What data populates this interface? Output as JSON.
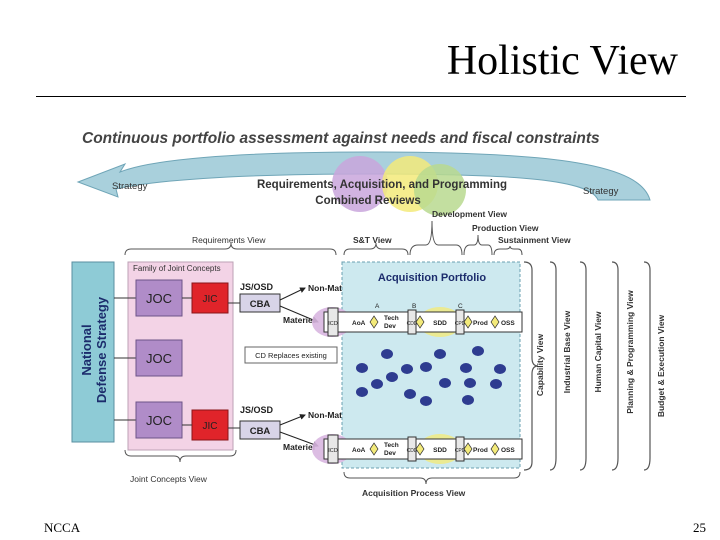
{
  "slide": {
    "title": "Holistic View",
    "footer_left": "NCCA",
    "page_number": "25"
  },
  "diagram": {
    "banner": "Continuous portfolio assessment against needs and fiscal constraints",
    "strategy_left": "Strategy",
    "strategy_right": "Strategy",
    "reviews_line1": "Requirements, Acquisition, and Programming",
    "reviews_line2": "Combined Reviews",
    "views": {
      "development": "Development View",
      "production": "Production View",
      "sustainment": "Sustainment View",
      "requirements": "Requirements View",
      "st": "S&T View",
      "joint_concepts": "Joint Concepts View",
      "acquisition_process": "Acquisition Process View",
      "capability": "Capability View",
      "industrial_base": "Industrial Base View",
      "human_capital": "Human Capital View",
      "planning_programming": "Planning & Programming View",
      "budget_execution": "Budget & Execution View"
    },
    "nds_line1": "National",
    "nds_line2": "Defense Strategy",
    "family_label": "Family of Joint Concepts",
    "joc": "JOC",
    "jic": "JIC",
    "jsosd": "JS/OSD",
    "cba": "CBA",
    "non_materiel": "Non-Materiel",
    "materiel": "Materiel",
    "cd_replaces": "CD Replaces existing",
    "acq_portfolio": "Acquisition Portfolio",
    "pipeline": {
      "ms_a": "A",
      "ms_b": "B",
      "ms_c": "C",
      "icd": "ICD",
      "aoa": "AoA",
      "tech_dev_1": "Tech",
      "tech_dev_2": "Dev",
      "cdd": "CDD",
      "sdd": "SDD",
      "cpd": "CPD",
      "prod": "Prod",
      "oss": "OSS"
    },
    "colors": {
      "nds_fill": "#8ecbd6",
      "family_fill": "#f3d3e6",
      "joc_fill": "#b08cc8",
      "jic_fill": "#e0242a",
      "portfolio_fill": "#cde9ef",
      "dot_fill": "#2e3c90",
      "banner_arrow": "#a9d0dc",
      "circle_purple": "#c9a6dc",
      "circle_yellow": "#f3ea7a",
      "circle_green": "#b9d98f"
    }
  }
}
